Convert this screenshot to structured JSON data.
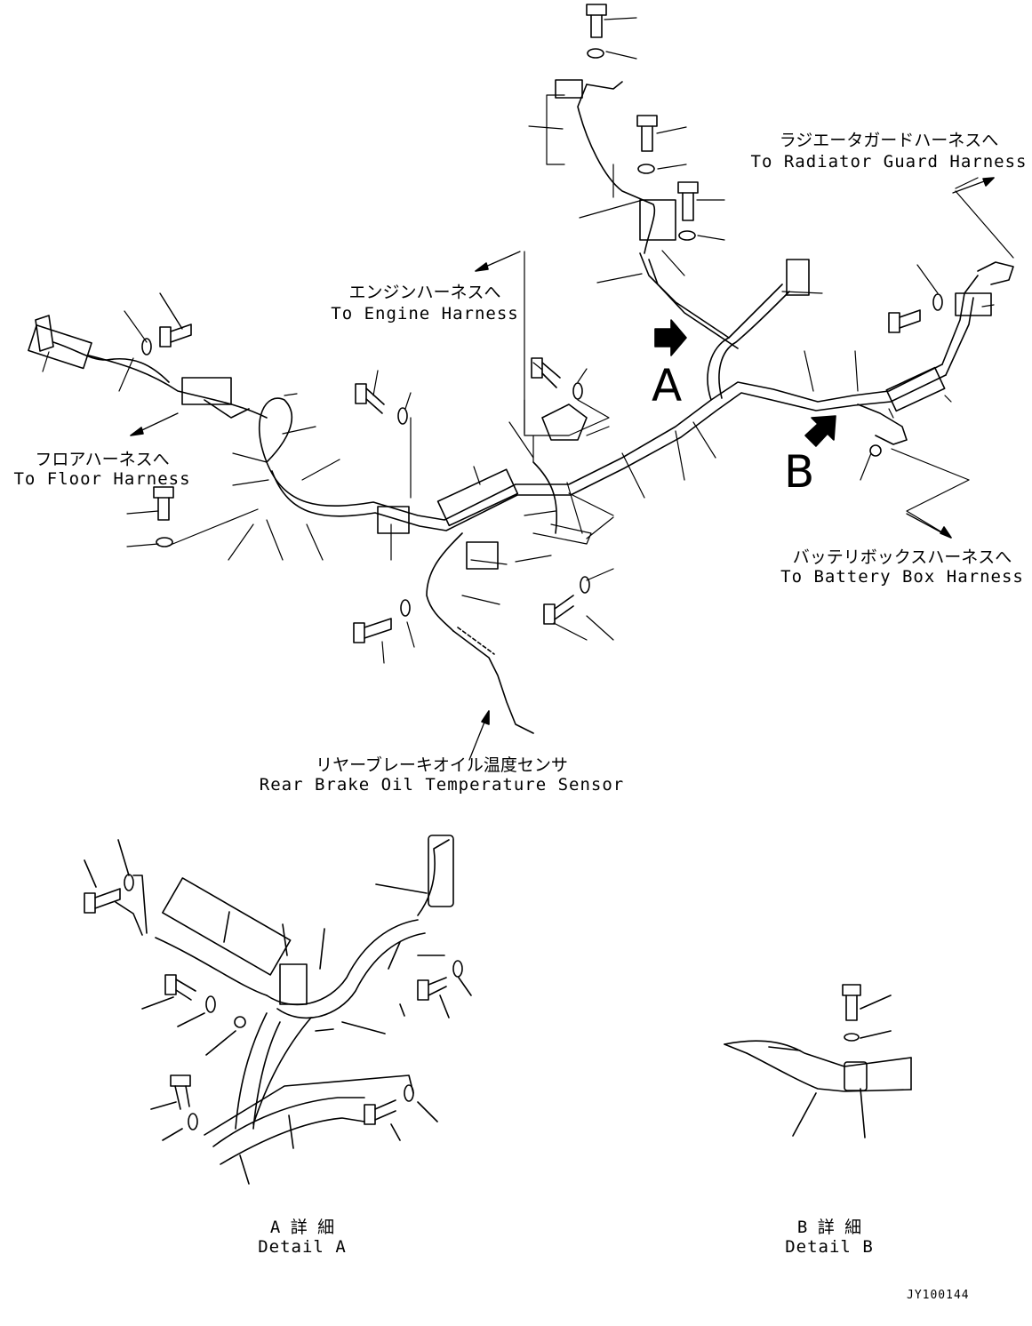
{
  "labels": {
    "radiator_jp": "ラジエータガードハーネスへ",
    "radiator_en": "To Radiator Guard Harness",
    "engine_jp": "エンジンハーネスへ",
    "engine_en": "To Engine Harness",
    "floor_jp": "フロアハーネスへ",
    "floor_en": "To Floor Harness",
    "battery_jp": "バッテリボックスハーネスへ",
    "battery_en": "To Battery Box Harness",
    "sensor_jp": "リヤーブレーキオイル温度センサ",
    "sensor_en": "Rear Brake Oil Temperature Sensor",
    "detail_a_jp": "A 詳 細",
    "detail_a_en": "Detail A",
    "detail_b_jp": "B 詳 細",
    "detail_b_en": "Detail B",
    "marker_a": "A",
    "marker_b": "B",
    "drawing_code": "JY100144"
  },
  "colors": {
    "line": "#000000",
    "background": "#ffffff"
  }
}
